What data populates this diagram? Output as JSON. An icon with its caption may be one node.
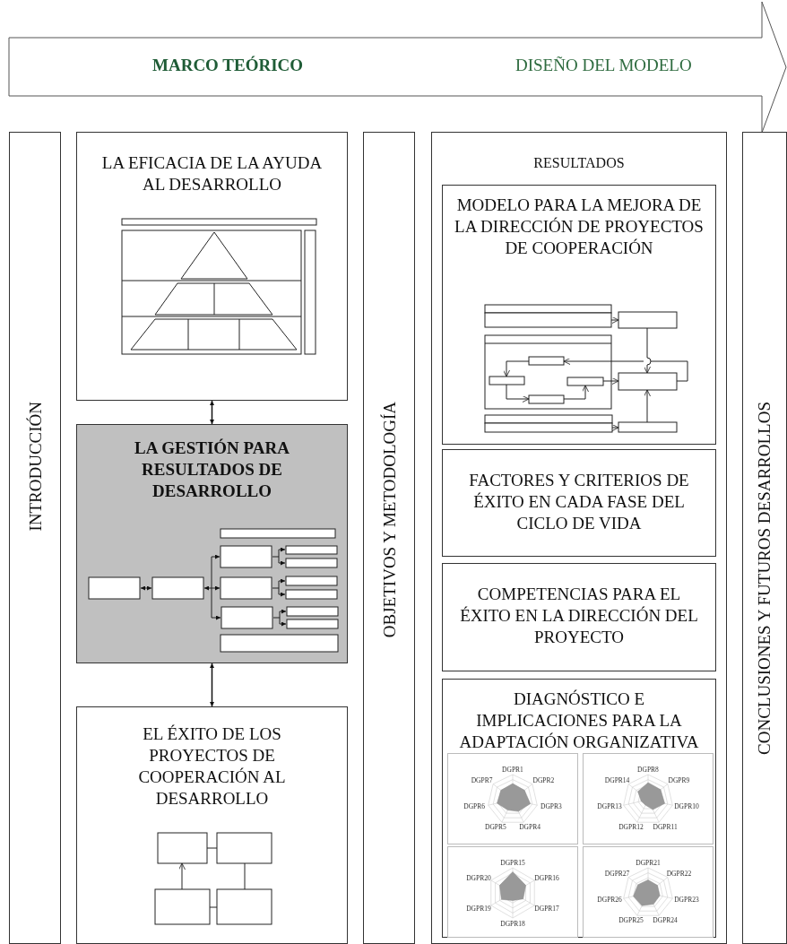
{
  "diagram": {
    "nodes": [
      {
        "text": [
          "MARCO TEÓRICO",
          "DISEÑO DEL MODELO"
        ]
      },
      {
        "text": [
          "INTRODUCCIÓN"
        ]
      },
      {
        "text": [
          "LA EFICACIA DE LA AYUDA AL DESARROLLO"
        ]
      },
      {
        "text": [
          "LA GESTIÓN PARA RESULTADOS DE DESARROLLO"
        ]
      },
      {
        "text": [
          "EL ÉXITO DE LOS PROYECTOS DE COOPERACIÓN AL DESARROLLO"
        ]
      },
      {
        "text": [
          "OBJETIVOS Y METODOLOGÍA"
        ]
      },
      {
        "text": [
          "RESULTADOS"
        ]
      },
      {
        "text": [
          "MODELO PARA LA MEJORA DE LA DIRECCIÓN DE PROYECTOS DE COOPERACIÓN"
        ],
        "in": 6
      },
      {
        "text": [
          "FACTORES Y CRITERIOS DE ÉXITO EN CADA FASE DEL CICLO DE VIDA"
        ],
        "in": 6
      },
      {
        "text": [
          "COMPETENCIAS PARA EL ÉXITO EN LA DIRECCIÓN DEL PROYECTO"
        ],
        "in": 6
      },
      {
        "text": [
          "DIAGNÓSTICO E IMPLICACIONES PARA LA ADAPTACIÓN ORGANIZATIVA"
        ],
        "in": 6
      },
      {
        "text": [
          "CONCLUSIONES Y FUTUROS DESARROLLOS"
        ]
      }
    ],
    "edges": [
      {
        "from": 2,
        "to": 3,
        "arrow": "both"
      },
      {
        "from": 3,
        "to": 4,
        "arrow": "both"
      }
    ],
    "labels": [
      "DGPR1",
      "DGPR2",
      "DGPR3",
      "DGPR4",
      "DGPR5",
      "DGPR6",
      "DGPR7",
      "DGPR8",
      "DGPR9",
      "DGPR10",
      "DGPR11",
      "DGPR12",
      "DGPR13",
      "DGPR14",
      "DGPR15",
      "DGPR16",
      "DGPR17",
      "DGPR18",
      "DGPR19",
      "DGPR20",
      "DGPR21",
      "DGPR22",
      "DGPR23",
      "DGPR24",
      "DGPR25",
      "DGPR26",
      "DGPR27"
    ]
  }
}
